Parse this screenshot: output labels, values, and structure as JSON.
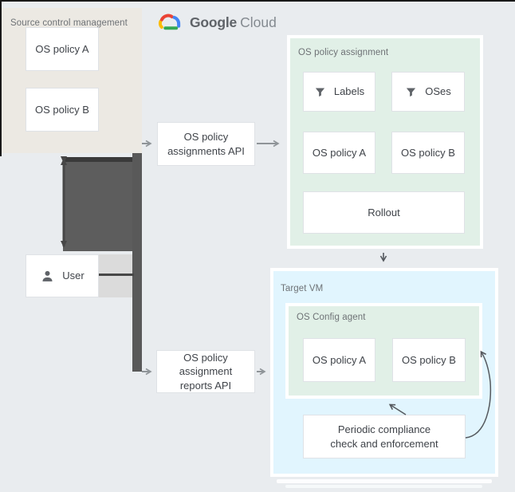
{
  "logo": {
    "google": "Google",
    "cloud": "Cloud"
  },
  "source_control": {
    "title": "Source control management",
    "policy_a": "OS policy A",
    "policy_b": "OS policy B"
  },
  "os_policy_assignment": {
    "title": "OS policy assignment",
    "labels": "Labels",
    "oses": "OSes",
    "policy_a": "OS policy A",
    "policy_b": "OS policy B",
    "rollout": "Rollout"
  },
  "apis": {
    "assignments_api": "OS policy assignments API",
    "reports_api": "OS policy assignment reports API"
  },
  "user": {
    "label": "User"
  },
  "target_vm": {
    "title": "Target VM",
    "os_config_agent": {
      "title": "OS Config agent",
      "policy_a": "OS policy A",
      "policy_b": "OS policy B"
    },
    "periodic_compliance": "Periodic compliance check and enforcement"
  },
  "colors": {
    "background": "#e9ecef",
    "source_control_bg": "#ece9e3",
    "assignment_bg": "#e1f0e7",
    "target_vm_bg": "#e1f5fe",
    "agent_bg": "#e1f0e7",
    "connector_dark": "#5d5d5d",
    "arrow_gray": "#8f9498",
    "arrow_dark": "#55595e",
    "google_blue": "#4285F4",
    "google_red": "#EA4335",
    "google_yellow": "#FBBC04",
    "google_green": "#34A853",
    "icon_gray": "#5f6368"
  }
}
